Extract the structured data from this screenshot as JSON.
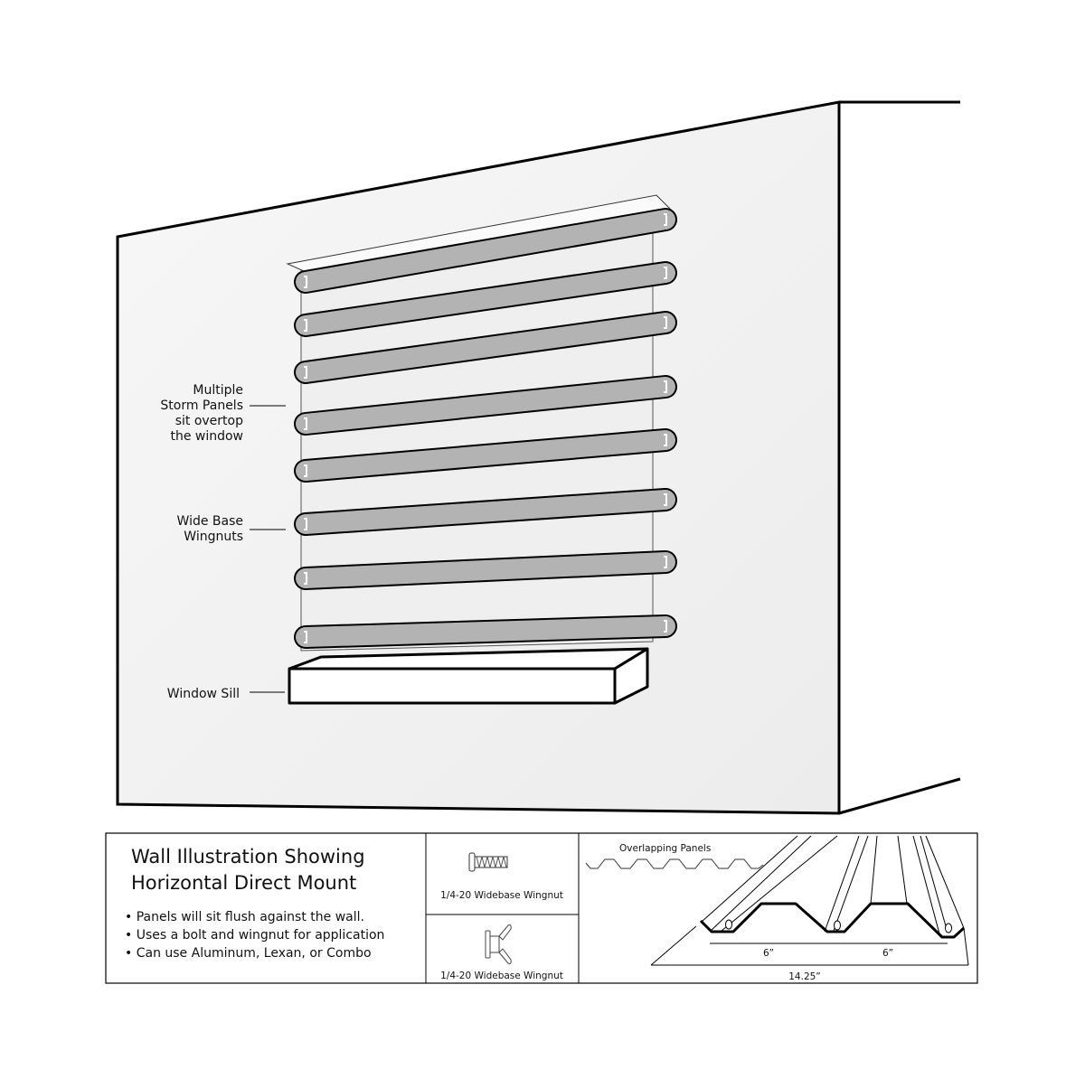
{
  "callouts": {
    "storm_panels": [
      "Multiple",
      "Storm Panels",
      "sit overtop",
      "the window"
    ],
    "wingnuts": [
      "Wide Base",
      "Wingnuts"
    ],
    "sill": "Window Sill"
  },
  "legend": {
    "title": [
      "Wall Illustration Showing",
      "Horizontal Direct Mount"
    ],
    "bullets": [
      "• Panels will sit flush against the wall.",
      "• Uses a bolt and wingnut for application",
      "• Can use Aluminum, Lexan, or Combo"
    ],
    "bolt_caption": "1/4-20 Widebase Wingnut",
    "wingnut_caption": "1/4-20 Widebase Wingnut",
    "profile": {
      "title": "Overlapping Panels",
      "dim_a": "6”",
      "dim_b": "6”",
      "dim_total": "14.25”"
    }
  },
  "colors": {
    "panel_band": "#b3b3b3",
    "panel_strip": "#efefef",
    "wall": "#f4f4f4"
  }
}
